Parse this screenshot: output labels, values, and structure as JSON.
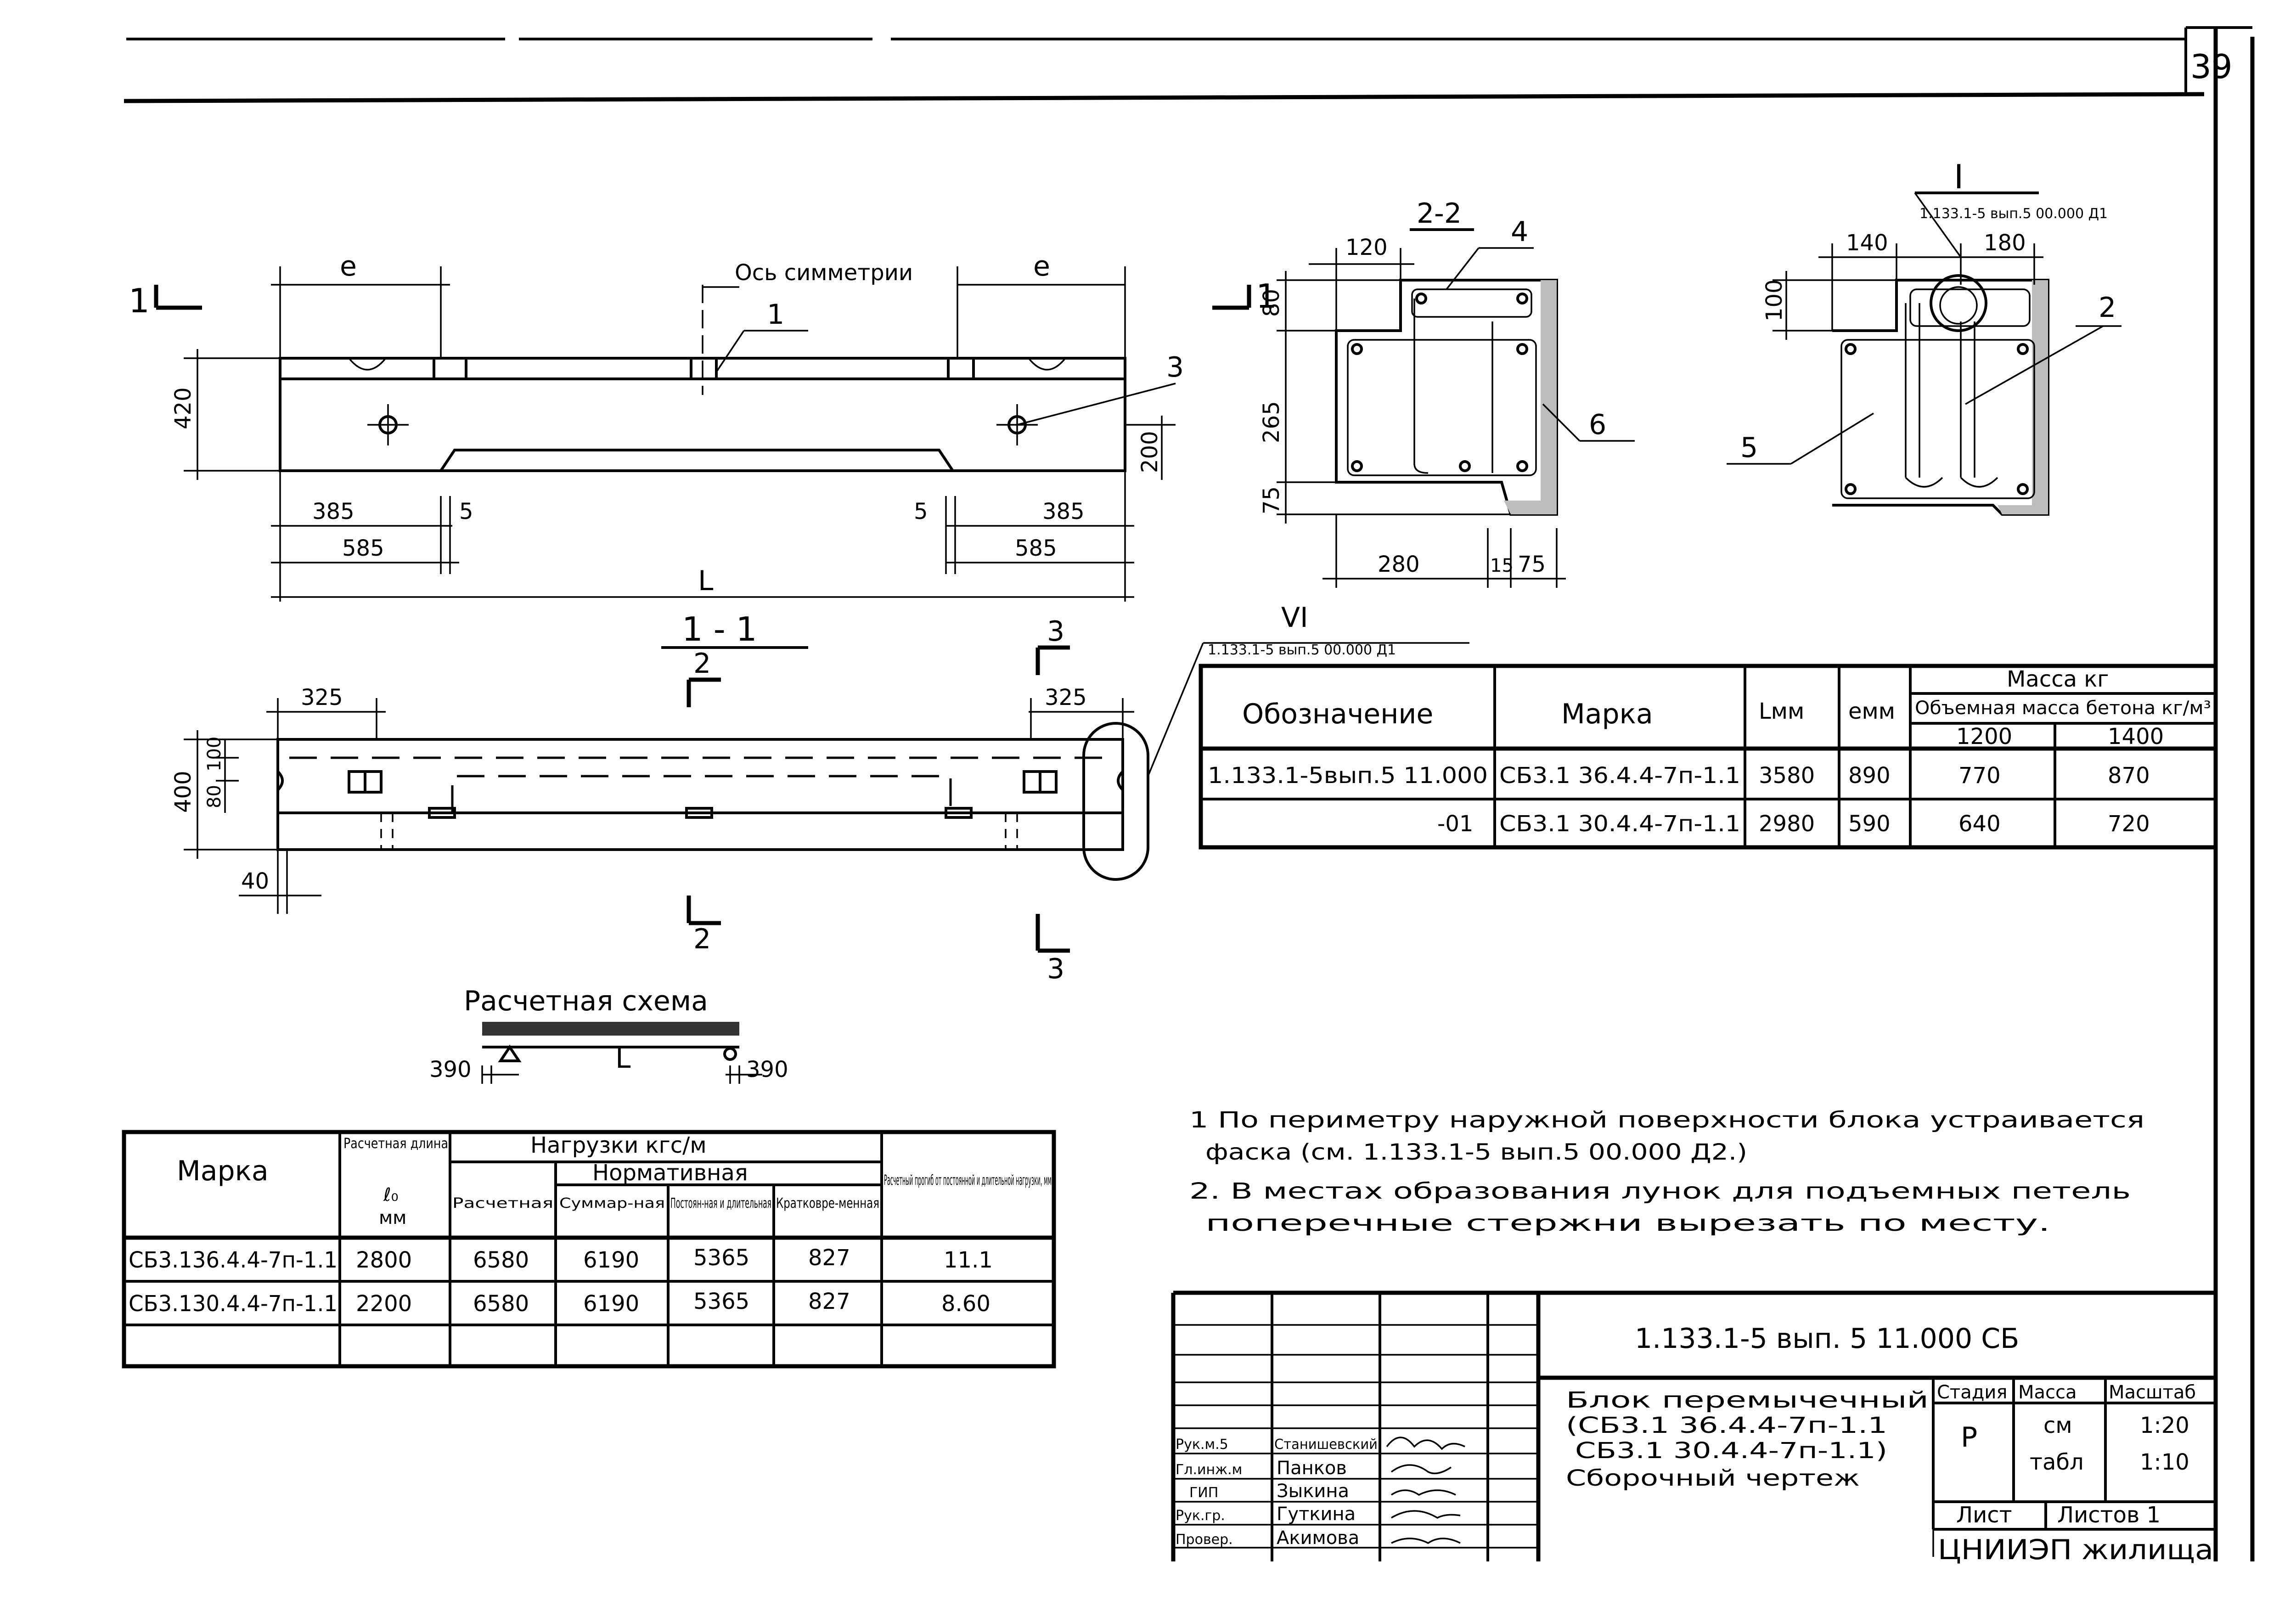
{
  "page": {
    "number": "39"
  },
  "elevation": {
    "section_mark": "1",
    "axis_label": "Ось симметрии",
    "dim_e": "e",
    "dim_height": "420",
    "dim_hole": "200",
    "dim_385": "385",
    "dim_5": "5",
    "dim_585": "585",
    "dim_L": "L",
    "callouts": [
      "1",
      "3"
    ]
  },
  "section_1_1": {
    "title": "1 - 1",
    "mark_2": "2",
    "mark_3": "3",
    "dim_325": "325",
    "dim_400": "400",
    "dim_100": "100",
    "dim_80": "80",
    "dim_40": "40",
    "node_mark": "VI",
    "node_ref": "1.133.1-5 вып.5 00.000 Д1"
  },
  "section_2_2": {
    "title": "2-2",
    "dim_120": "120",
    "dim_80": "80",
    "dim_265": "265",
    "dim_75": "75",
    "dim_280": "280",
    "dim_15": "15",
    "dim_75b": "75",
    "callouts": [
      "4",
      "6"
    ]
  },
  "node_I": {
    "title": "I",
    "ref": "1.133.1-5 вып.5 00.000 Д1",
    "dim_140": "140",
    "dim_180": "180",
    "dim_100": "100",
    "callouts": [
      "2",
      "5"
    ]
  },
  "marks_table": {
    "headers": {
      "designation": "Обозначение",
      "mark": "Марка",
      "L": "Lмм",
      "e": "eмм",
      "mass": "Масса кг",
      "density": "Объемная масса бетона кг/м³",
      "d1200": "1200",
      "d1400": "1400"
    },
    "rows": [
      {
        "designation": "1.133.1-5вып.5 11.000",
        "mark": "СБ3.1 36.4.4-7п-1.1",
        "L": "3580",
        "e": "890",
        "m1200": "770",
        "m1400": "870"
      },
      {
        "designation": "-01",
        "mark": "СБ3.1 30.4.4-7п-1.1",
        "L": "2980",
        "e": "590",
        "m1200": "640",
        "m1400": "720"
      }
    ]
  },
  "scheme": {
    "title": "Расчетная схема",
    "left": "390",
    "span": "L",
    "right": "390"
  },
  "loads_table": {
    "headers": {
      "mark": "Марка",
      "length": "Расчетная длина",
      "l0": "ℓ₀",
      "mm": "мм",
      "loads": "Нагрузки кгс/м",
      "normative": "Нормативная",
      "design": "Расчетная",
      "total": "Суммар-ная",
      "permanent": "Постоян-ная и длительная",
      "short": "Кратковре-менная",
      "deflection": "Расчетный прогиб от постоянной и длительной нагрузки, мм"
    },
    "rows": [
      {
        "mark": "СБ3.136.4.4-7п-1.1",
        "length": "2800",
        "design": "6580",
        "total": "6190",
        "permanent": "5365",
        "short": "827",
        "deflection": "11.1"
      },
      {
        "mark": "СБ3.130.4.4-7п-1.1",
        "length": "2200",
        "design": "6580",
        "total": "6190",
        "permanent": "5365",
        "short": "827",
        "deflection": "8.60"
      }
    ]
  },
  "notes": [
    "1 По периметру наружной поверхности блока устраивается",
    "фаска (см. 1.133.1-5 вып.5 00.000 Д2.)",
    "2. В местах образования лунок для подъемных петель",
    "поперечные стержни вырезать по месту."
  ],
  "title_block": {
    "code": "1.133.1-5 вып. 5   11.000 СБ",
    "name_lines": [
      "Блок перемычечный",
      "(СБ3.1 36.4.4-7п-1.1",
      "СБ3.1 30.4.4-7п-1.1)",
      "Сборочный чертеж"
    ],
    "stage_label": "Стадия",
    "mass_label": "Масса",
    "scale_label": "Масштаб",
    "stage": "Р",
    "mass_1": "см",
    "mass_2": "табл",
    "scale_1": "1:20",
    "scale_2": "1:10",
    "sheet": "Лист",
    "sheets": "Листов 1",
    "org": "ЦНИИЭП жилища",
    "signatures": [
      {
        "role": "Рук.м.5",
        "name": "Станишевский"
      },
      {
        "role": "Гл.инж.м",
        "name": "Панков"
      },
      {
        "role": "ГИП",
        "name": "Зыкина"
      },
      {
        "role": "Рук.гр.",
        "name": "Гуткина"
      },
      {
        "role": "Провер.",
        "name": "Акимова"
      }
    ]
  }
}
